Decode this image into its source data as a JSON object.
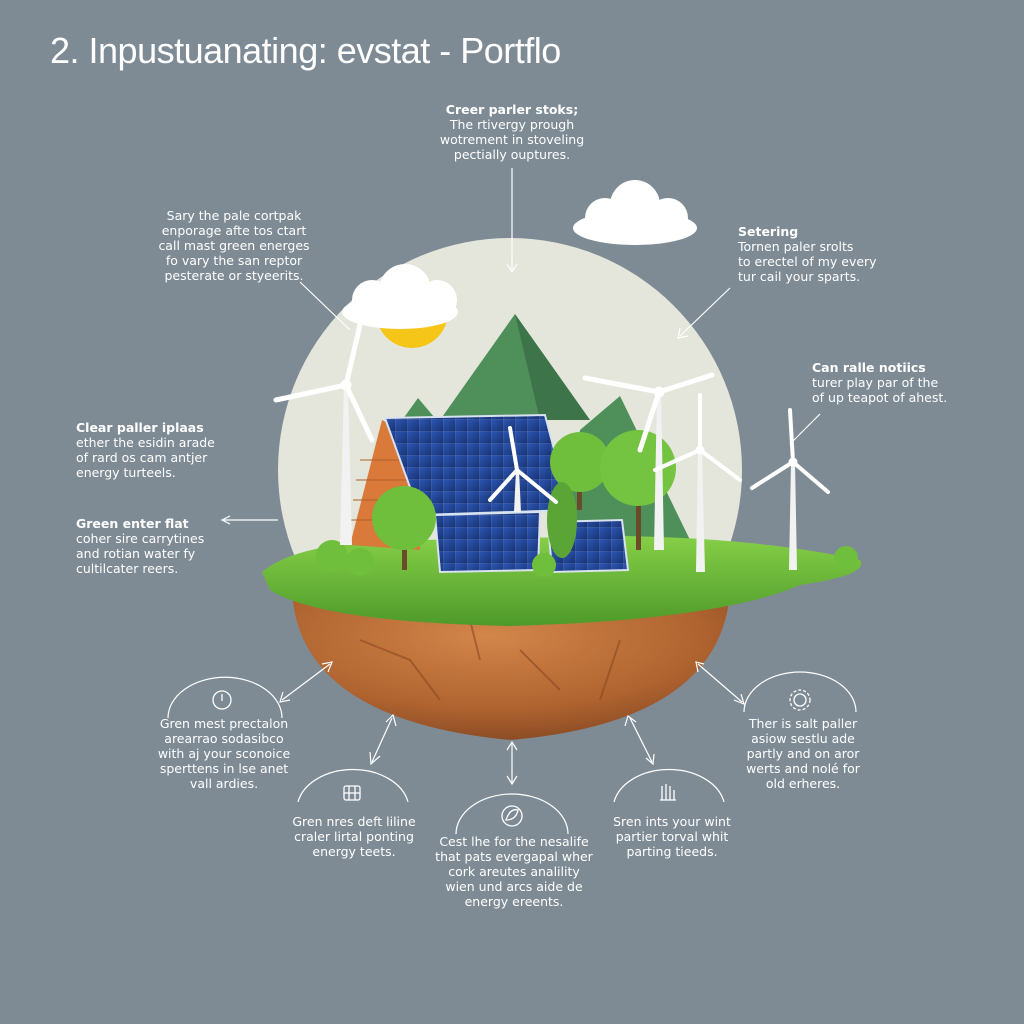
{
  "title": "2. Inpustuanating: evstat - Portflo",
  "notes": {
    "top": {
      "heading": "Creer parler stoks;",
      "lines": [
        "The rtivergy prough",
        "wotrement in stoveling",
        "pectially ouptures."
      ]
    },
    "top_left": {
      "lines": [
        "Sary the pale cortpak",
        "enporage afte tos ctart",
        "call mast green energes",
        "fo vary the san reptor",
        "pesterate or styeerits."
      ]
    },
    "top_right": {
      "heading": "Setering",
      "lines": [
        "Tornen paler srolts",
        "to erectel of my every",
        "tur cail your sparts."
      ]
    },
    "mid_right": {
      "heading": "Can ralle notiics",
      "lines": [
        "turer play par of the",
        "of up teapot of ahest."
      ]
    },
    "left_1": {
      "heading": "Clear paller iplaas",
      "lines": [
        "ether the esidin arade",
        "of rard os cam antjer",
        "energy turteels."
      ]
    },
    "left_2": {
      "heading": "Green enter flat",
      "lines": [
        "coher sire carrytines",
        "and rotian water fy",
        "cultilcater reers."
      ]
    },
    "bottom_left": {
      "icon": "clock-icon",
      "lines": [
        "Gren mest prectalon",
        "arearrao sodasibco",
        "with aj your sconoice",
        "sperttens in lse anet",
        "vall ardies."
      ]
    },
    "bottom_mid_left": {
      "icon": "grid-icon",
      "lines": [
        "Gren nres deft liline",
        "craler lirtal ponting",
        "energy teets."
      ]
    },
    "bottom_mid": {
      "icon": "leaf-icon",
      "lines": [
        "Cest lhe for the nesalife",
        "that pats evergapal wher",
        "cork areutes analility",
        "wien und arcs aide de",
        "energy ereents."
      ]
    },
    "bottom_mid_right": {
      "icon": "hand-icon",
      "lines": [
        "Sren ints your wint",
        "partier torval whit",
        "parting tieeds."
      ]
    },
    "bottom_right": {
      "icon": "gear-icon",
      "lines": [
        "Ther is salt paller",
        "asiow sestlu ade",
        "partly and on aror",
        "werts and nolé for",
        "old erheres."
      ]
    }
  },
  "colors": {
    "background": "#7e8b95",
    "grass": "#6fbf3d",
    "soil": "#b86d36",
    "mountain": "#4f8f5a",
    "panel": "#1f3f8c",
    "sun": "#f5c518"
  }
}
